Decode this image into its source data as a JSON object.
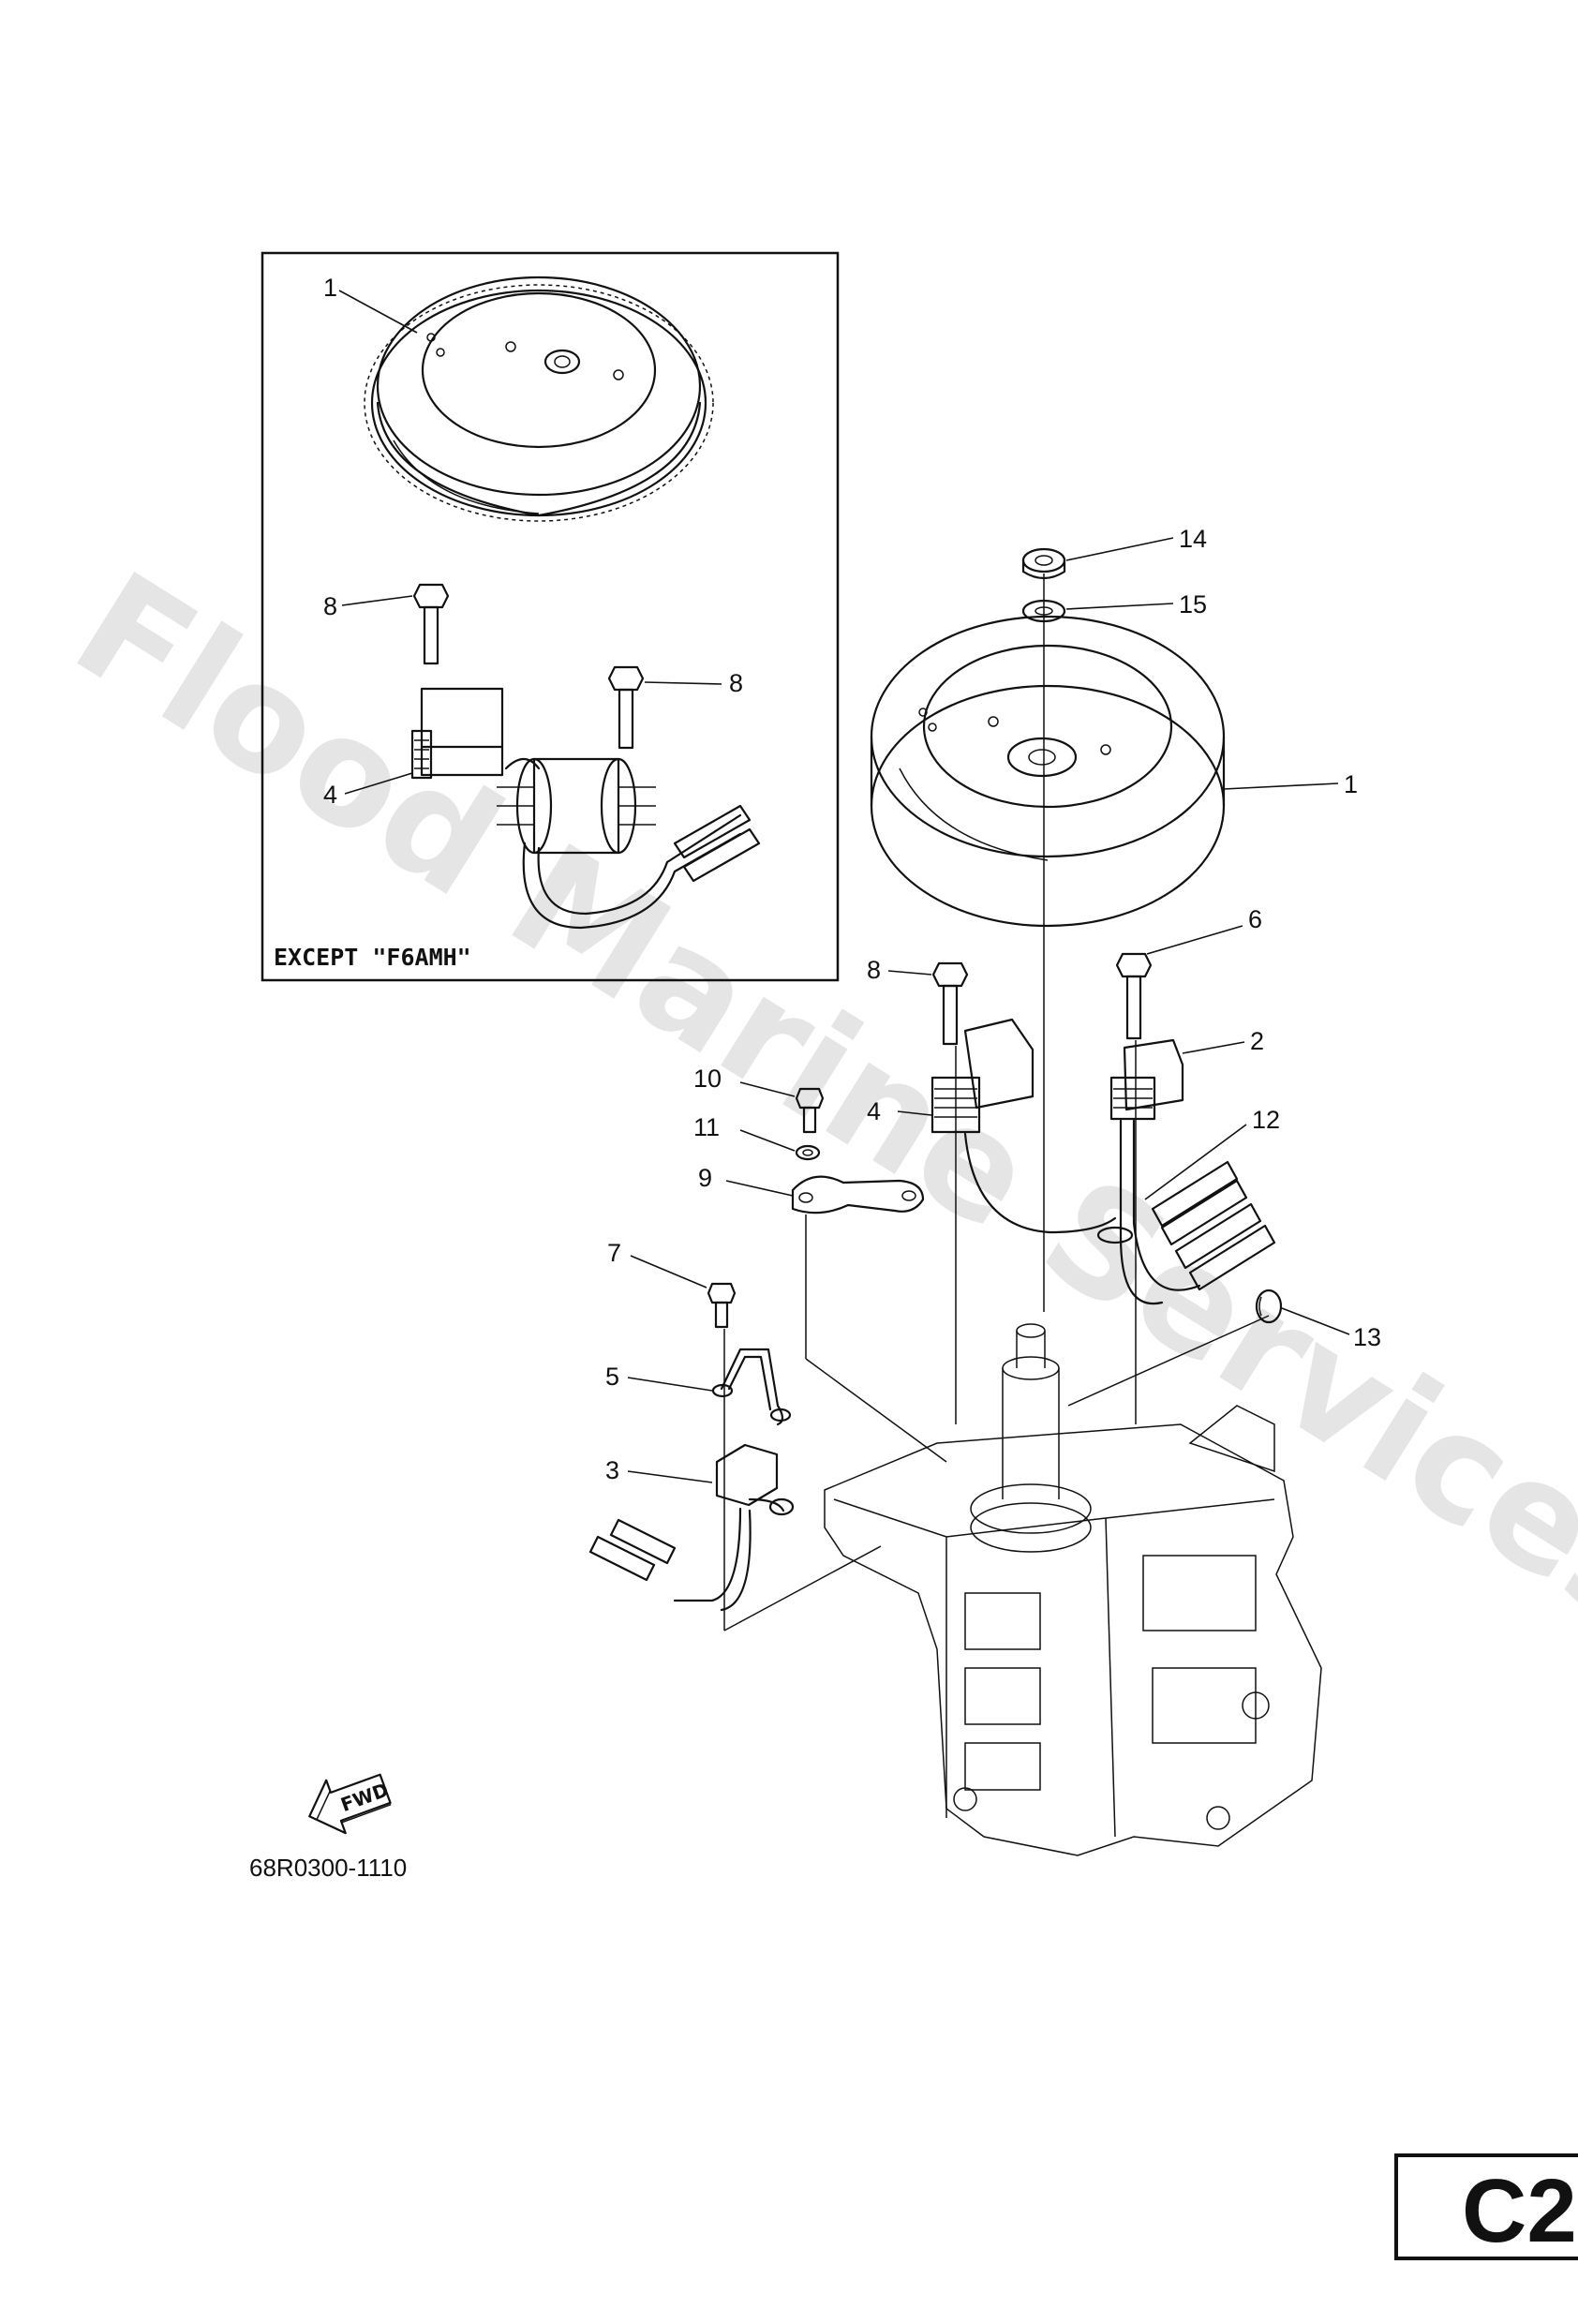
{
  "watermark": "Flood Marine Services",
  "inset": {
    "label": "EXCEPT \"F6AMH\""
  },
  "callouts": {
    "inset_1": "1",
    "inset_8a": "8",
    "inset_8b": "8",
    "inset_4": "4",
    "c14": "14",
    "c15": "15",
    "c1": "1",
    "c8": "8",
    "c6": "6",
    "c2": "2",
    "c10": "10",
    "c4": "4",
    "c11": "11",
    "c12": "12",
    "c9": "9",
    "c7": "7",
    "c13": "13",
    "c5": "5",
    "c3": "3"
  },
  "fwd_label": "FWD",
  "diagram_code": "68R0300-1110",
  "page_tab": "C2"
}
